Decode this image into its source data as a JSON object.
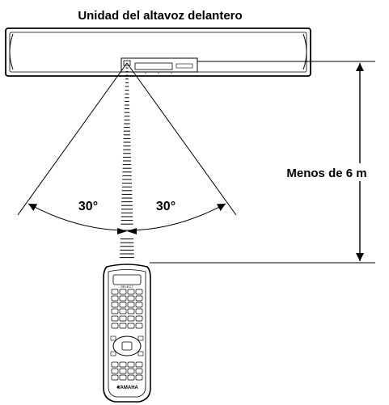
{
  "title": "Unidad del altavoz delantero",
  "angles": {
    "left": "30°",
    "right": "30°"
  },
  "distance": "Menos de 6 m",
  "remote": {
    "brand": "YAMAHA",
    "top_text": "SELECT"
  }
}
